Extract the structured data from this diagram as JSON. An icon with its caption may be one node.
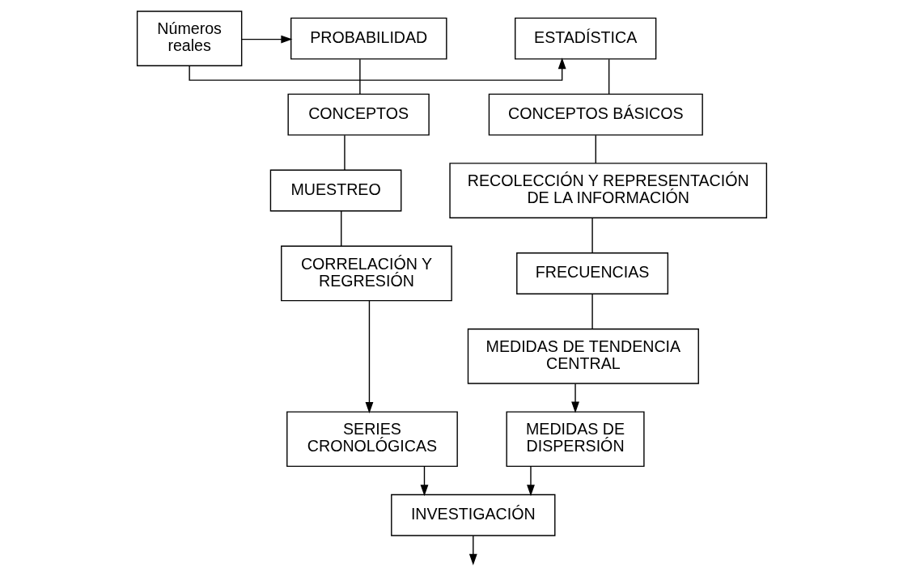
{
  "diagram": {
    "nodes": [
      {
        "text": [
          "Números reales"
        ]
      },
      {
        "text": [
          "ESTADÍSTICA"
        ]
      },
      {
        "text": [
          "PROBABILIDAD"
        ]
      },
      {
        "text": [
          "CONCEPTOS BÁSICOS"
        ]
      },
      {
        "text": [
          "CONCEPTOS"
        ]
      },
      {
        "text": [
          "RECOLECCIÓN Y REPRESENTACIÓN DE LA INFORMACIÓN"
        ]
      },
      {
        "text": [
          "MUESTREO"
        ]
      },
      {
        "text": [
          "FRECUENCIAS"
        ]
      },
      {
        "text": [
          "CORRELACIÓN Y REGRESIÓN"
        ]
      },
      {
        "text": [
          "MEDIDAS DE TENDENCIA CENTRAL"
        ]
      },
      {
        "text": [
          "SERIES CRONOLÓGICAS"
        ]
      },
      {
        "text": [
          "MEDIDAS DE DISPERSIÓN"
        ]
      },
      {
        "text": [
          "INVESTIGACIÓN"
        ]
      }
    ],
    "edges": [
      {
        "from": 0,
        "to": 1,
        "arrow": "to"
      },
      {
        "from": 0,
        "to": 2,
        "arrow": "to"
      },
      {
        "from": 1,
        "to": 3,
        "arrow": "none"
      },
      {
        "from": 3,
        "to": 5,
        "arrow": "none"
      },
      {
        "from": 5,
        "to": 7,
        "arrow": "none"
      },
      {
        "from": 7,
        "to": 9,
        "arrow": "none"
      },
      {
        "from": 9,
        "to": 11,
        "arrow": "to"
      },
      {
        "from": 2,
        "to": 4,
        "arrow": "none"
      },
      {
        "from": 4,
        "to": 6,
        "arrow": "none"
      },
      {
        "from": 6,
        "to": 8,
        "arrow": "none"
      },
      {
        "from": 8,
        "to": 10,
        "arrow": "to"
      },
      {
        "from": 11,
        "to": 12,
        "arrow": "to"
      },
      {
        "from": 10,
        "to": 12,
        "arrow": "to"
      },
      {
        "from": 12,
        "to": null,
        "arrow": "to"
      }
    ]
  }
}
